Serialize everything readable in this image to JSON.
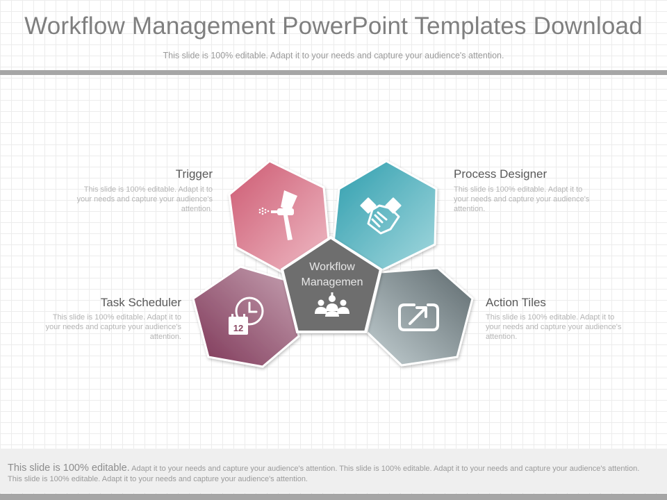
{
  "title": "Workflow Management PowerPoint Templates Download",
  "subtitle": "This slide is 100% editable. Adapt it to your needs and capture your audience's attention.",
  "center": {
    "line1": "Workflow",
    "line2": "Managemen",
    "icon": "people-group-icon",
    "color": "#6e6e6e"
  },
  "items": [
    {
      "title": "Trigger",
      "desc": [
        "This slide is 100% editable. Adapt it to",
        "your needs and capture your audience's",
        "attention."
      ],
      "icon": "spray-gun-icon",
      "color": "#d2697d"
    },
    {
      "title": "Process Designer",
      "desc": [
        "This slide is 100% editable. Adapt it to",
        "your needs and capture your audience's",
        "attention."
      ],
      "icon": "handshake-icon",
      "color": "#3ba7b5"
    },
    {
      "title": "Task Scheduler",
      "desc": [
        "This slide is 100% editable. Adapt it to",
        "your needs and capture your audience's",
        "attention."
      ],
      "icon": "calendar-clock-icon",
      "calendar_number": "12",
      "color": "#8a4863"
    },
    {
      "title": "Action Tiles",
      "desc": [
        "This slide is 100% editable. Adapt it to",
        "your needs and capture your audience's",
        "attention."
      ],
      "icon": "share-arrow-icon",
      "color": "#77868a"
    }
  ],
  "footer": {
    "lead": "This slide is 100% editable.",
    "rest": " Adapt it to your needs and capture your audience's attention. This slide is 100% editable. Adapt it to your needs and capture your audience's attention. This slide is 100% editable. Adapt it to your needs and capture your audience's attention."
  }
}
